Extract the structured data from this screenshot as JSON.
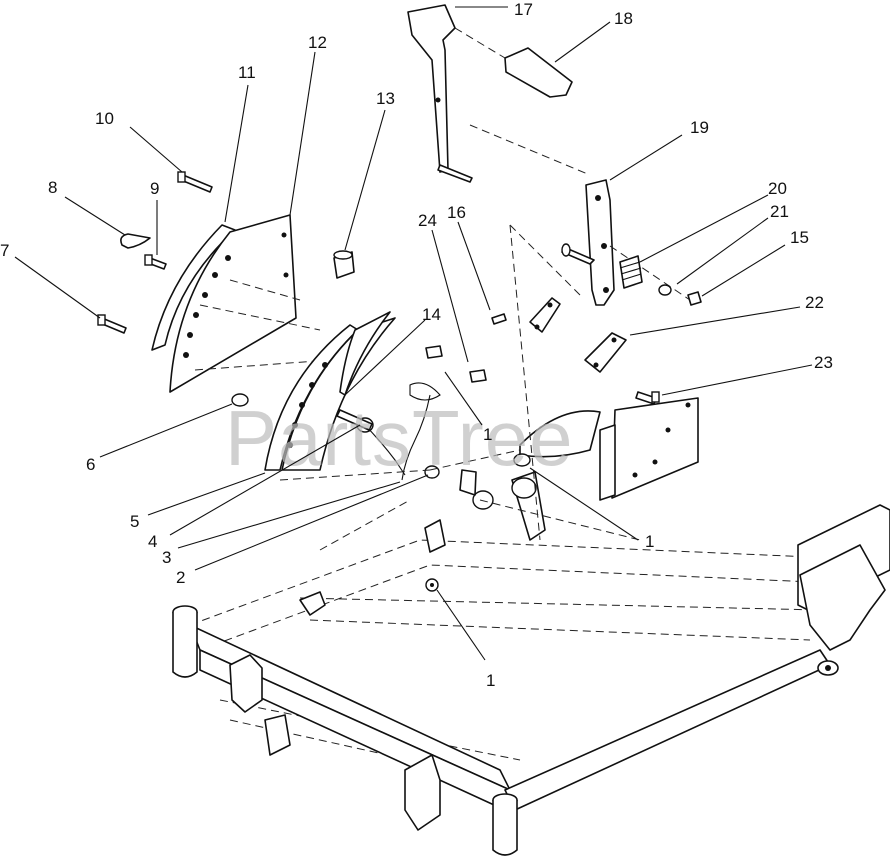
{
  "watermark": "PartsTree",
  "callouts": {
    "c17": "17",
    "c18": "18",
    "c12": "12",
    "c11": "11",
    "c13": "13",
    "c10": "10",
    "c19": "19",
    "c8": "8",
    "c9": "9",
    "c20": "20",
    "c24": "24",
    "c16": "16",
    "c21": "21",
    "c15": "15",
    "c7": "7",
    "c22": "22",
    "c14": "14",
    "c23": "23",
    "c1a": "1",
    "c6": "6",
    "c1b": "1",
    "c5": "5",
    "c4": "4",
    "c3": "3",
    "c2": "2",
    "c1c": "1"
  }
}
